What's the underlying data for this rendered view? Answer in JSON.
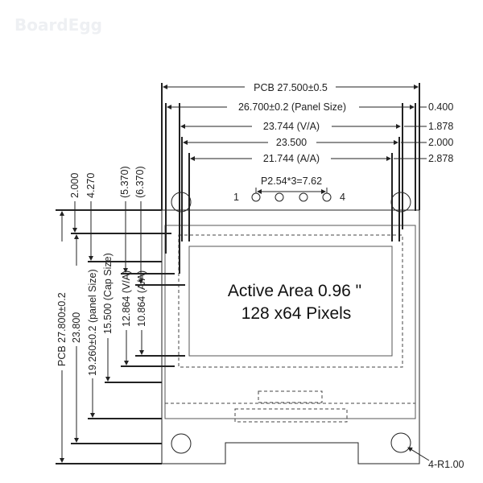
{
  "watermark": "BoardEgg",
  "top_dims": {
    "pcb_width": "PCB 27.500±0.5",
    "panel_width": "26.700±0.2 (Panel Size)",
    "va_width": "23.744 (V/A)",
    "cap_width": "23.500",
    "aa_width": "21.744 (A/A)",
    "pin_pitch": "P2.54*3=7.62"
  },
  "right_offsets": [
    "0.400",
    "1.878",
    "2.000",
    "2.878"
  ],
  "left_offsets": [
    "2.000",
    "4.270",
    "(5.370)",
    "(6.370)"
  ],
  "left_dims": {
    "pcb_height": "PCB 27.800±0.2",
    "hole_span": "23.800",
    "panel_height": "19.260±0.2 (panel Size)",
    "cap_height": "15.500 (Cap Size)",
    "va_height": "12.864 (V/A)",
    "aa_height": "10.864 (A/A)"
  },
  "pins": {
    "first": "1",
    "last": "4"
  },
  "active_area": {
    "line1": "Active Area 0.96 \"",
    "line2": "128 x64 Pixels"
  },
  "hole_radius": "4-R1.00"
}
